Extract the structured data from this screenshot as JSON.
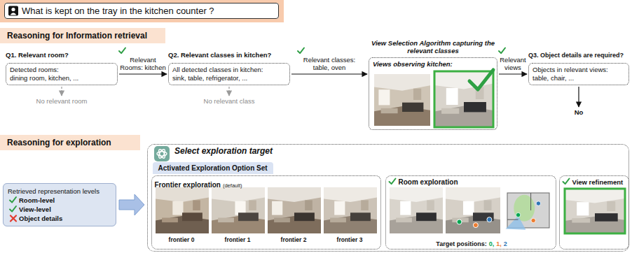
{
  "diagram": {
    "nodes": [
      {
        "text": [
          "What is kept on the tray in the kitchen counter ?"
        ]
      },
      {
        "text": [
          "Reasoning for Information retrieval"
        ]
      },
      {
        "text": [
          "Q1. Relevant room?",
          "Detected rooms:",
          "dining room, kitchen, ..."
        ]
      },
      {
        "text": [
          "Q2. Relevant classes in kitchen?",
          "All detected classes in kitchen:",
          "sink, table, refrigerator, ..."
        ]
      },
      {
        "text": [
          "View Selection Algorithm capturing the relevant classes",
          "Views observing kitchen:"
        ]
      },
      {
        "text": [
          "Q3. Object details are required?",
          "Objects in relevant views:",
          "table, chair, ..."
        ]
      },
      {
        "text": [
          "Reasoning for exploration"
        ]
      },
      {
        "text": [
          "Retrieved representation levels",
          "Room-level",
          "View-level",
          "Object details"
        ]
      },
      {
        "text": [
          "Select exploration target"
        ]
      },
      {
        "text": [
          "Activated Exploration Option Set"
        ],
        "in": 8
      },
      {
        "text": [
          "Frontier exploration",
          "(default)",
          "frontier 0",
          "frontier 1",
          "frontier 2",
          "frontier 3"
        ],
        "in": 8
      },
      {
        "text": [
          "Room exploration",
          "Target positions:",
          "0,",
          "1,",
          "2"
        ],
        "in": 8
      },
      {
        "text": [
          "View refinement"
        ],
        "in": 8
      }
    ],
    "edges": [
      {
        "from": 2,
        "to": 3,
        "arrow": "to",
        "label": "Relevant Rooms: kitchen"
      },
      {
        "from": 3,
        "to": 4,
        "arrow": "to",
        "label": "Relevant classes: table, oven"
      },
      {
        "from": 4,
        "to": 5,
        "arrow": "to",
        "label": "Relevant views"
      },
      {
        "from": 7,
        "to": 8,
        "arrow": "to"
      }
    ],
    "labels": [
      "No relevant room",
      "No relevant class",
      "No"
    ]
  }
}
